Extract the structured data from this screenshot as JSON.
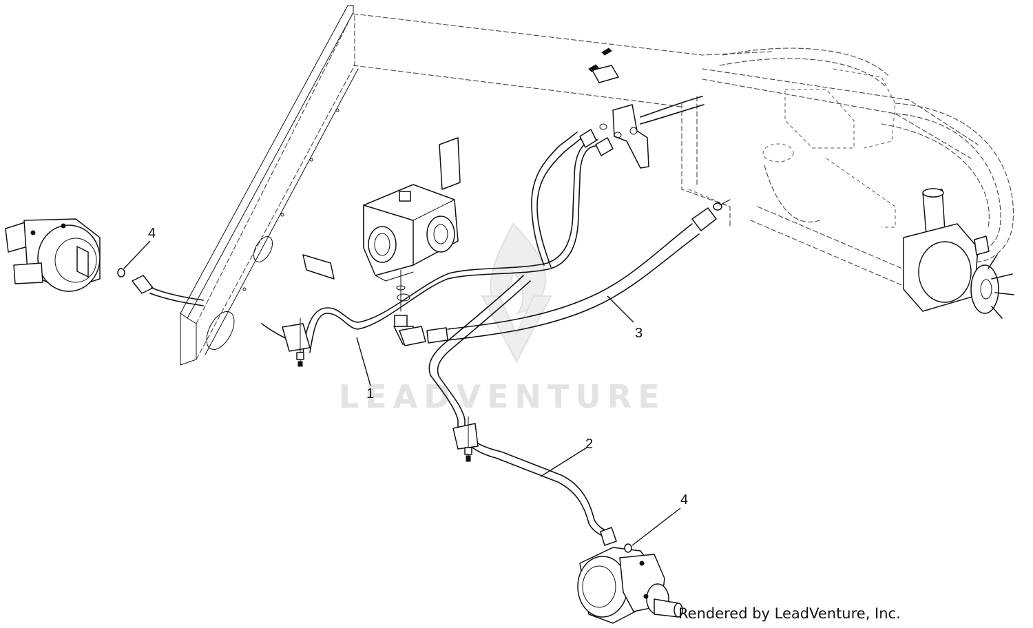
{
  "callouts": [
    {
      "id": "1",
      "label": "1"
    },
    {
      "id": "2",
      "label": "2"
    },
    {
      "id": "3",
      "label": "3"
    },
    {
      "id": "4a",
      "label": "4"
    },
    {
      "id": "4b",
      "label": "4"
    }
  ],
  "watermark": {
    "text": "LEADVENTURE"
  },
  "credit": {
    "text": "Rendered by LeadVenture, Inc."
  },
  "colors": {
    "line": "#111111",
    "watermark": "#e3e3e3",
    "background": "#ffffff"
  }
}
